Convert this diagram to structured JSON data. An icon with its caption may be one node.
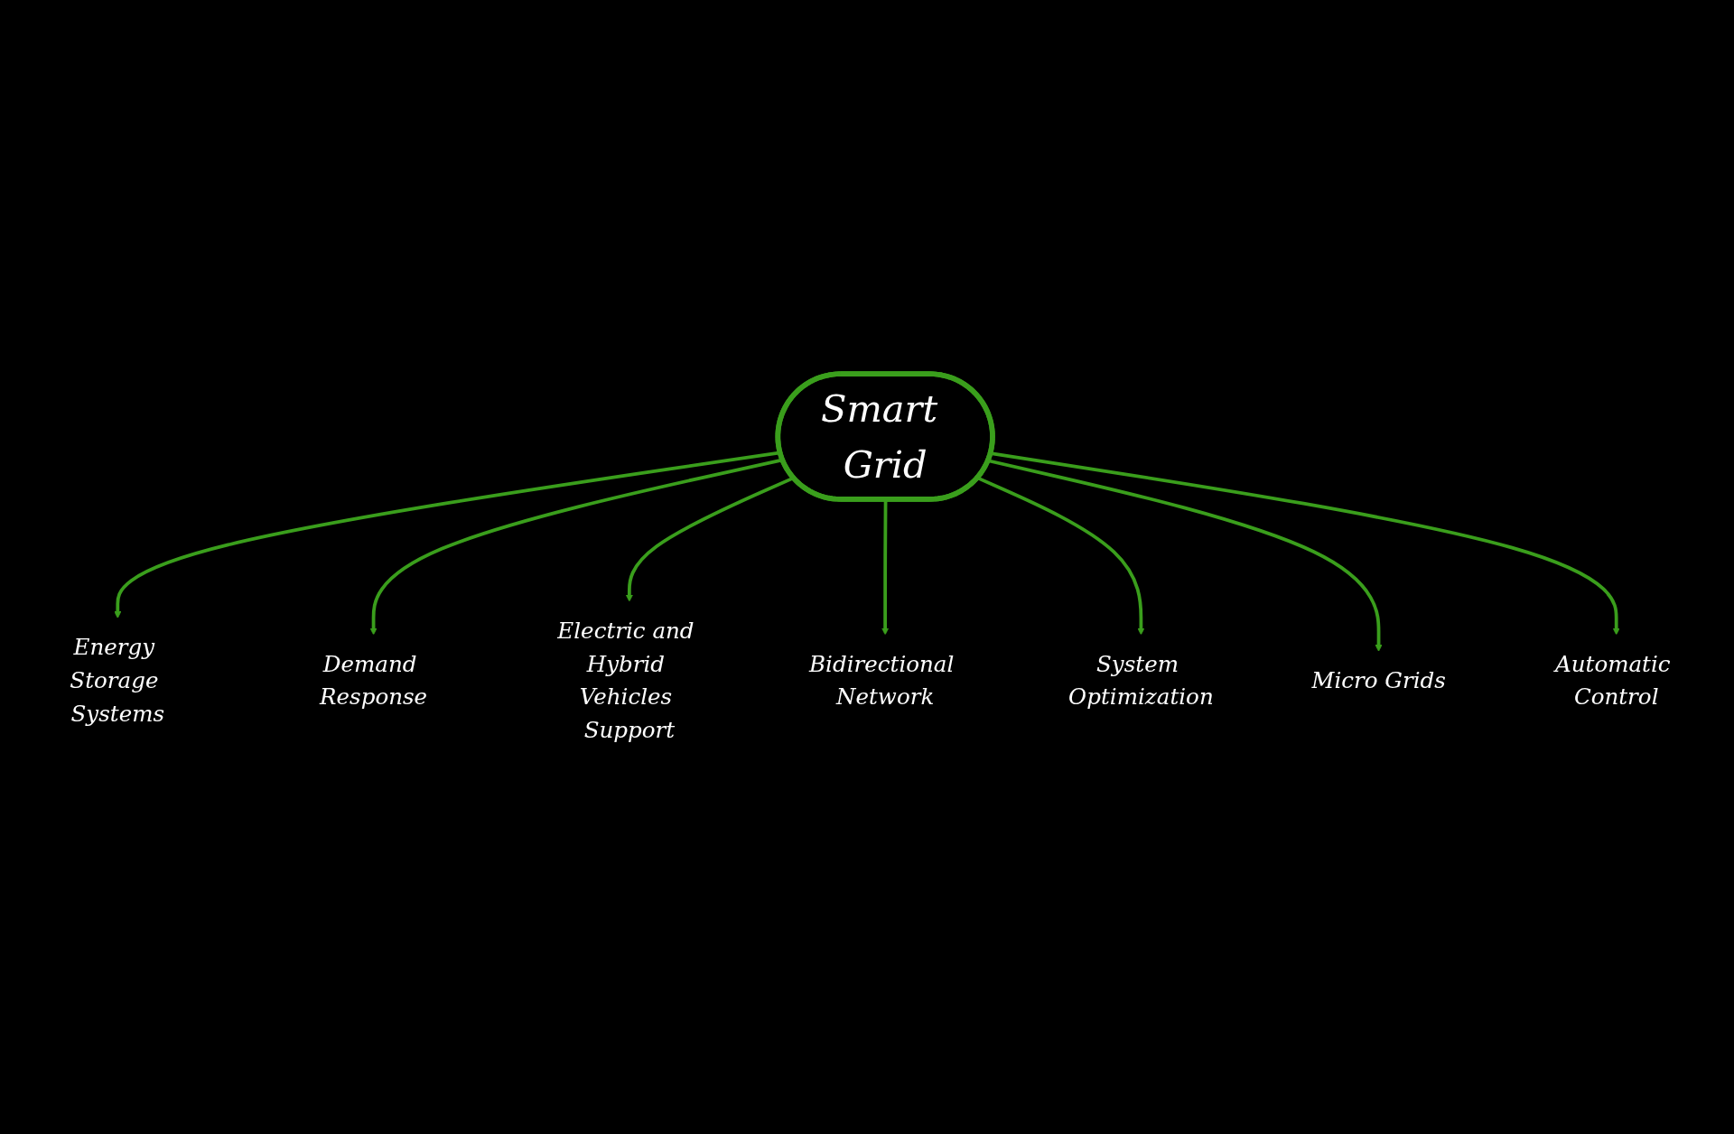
{
  "diagram": {
    "nodes": [
      {
        "text": [
          "Smart Grid"
        ]
      },
      {
        "text": [
          "Energy Storage Systems"
        ]
      },
      {
        "text": [
          "Demand Response"
        ]
      },
      {
        "text": [
          "Electric and Hybrid Vehicles Support"
        ]
      },
      {
        "text": [
          "Bidirectional Network"
        ]
      },
      {
        "text": [
          "System Optimization"
        ]
      },
      {
        "text": [
          "Micro Grids"
        ]
      },
      {
        "text": [
          "Automatic Control"
        ]
      }
    ],
    "edges": [
      {
        "from": 0,
        "to": 1,
        "arrow": "to"
      },
      {
        "from": 0,
        "to": 2,
        "arrow": "to"
      },
      {
        "from": 0,
        "to": 3,
        "arrow": "to"
      },
      {
        "from": 0,
        "to": 4,
        "arrow": "to"
      },
      {
        "from": 0,
        "to": 5,
        "arrow": "to"
      },
      {
        "from": 0,
        "to": 6,
        "arrow": "to"
      },
      {
        "from": 0,
        "to": 7,
        "arrow": "to"
      }
    ]
  }
}
